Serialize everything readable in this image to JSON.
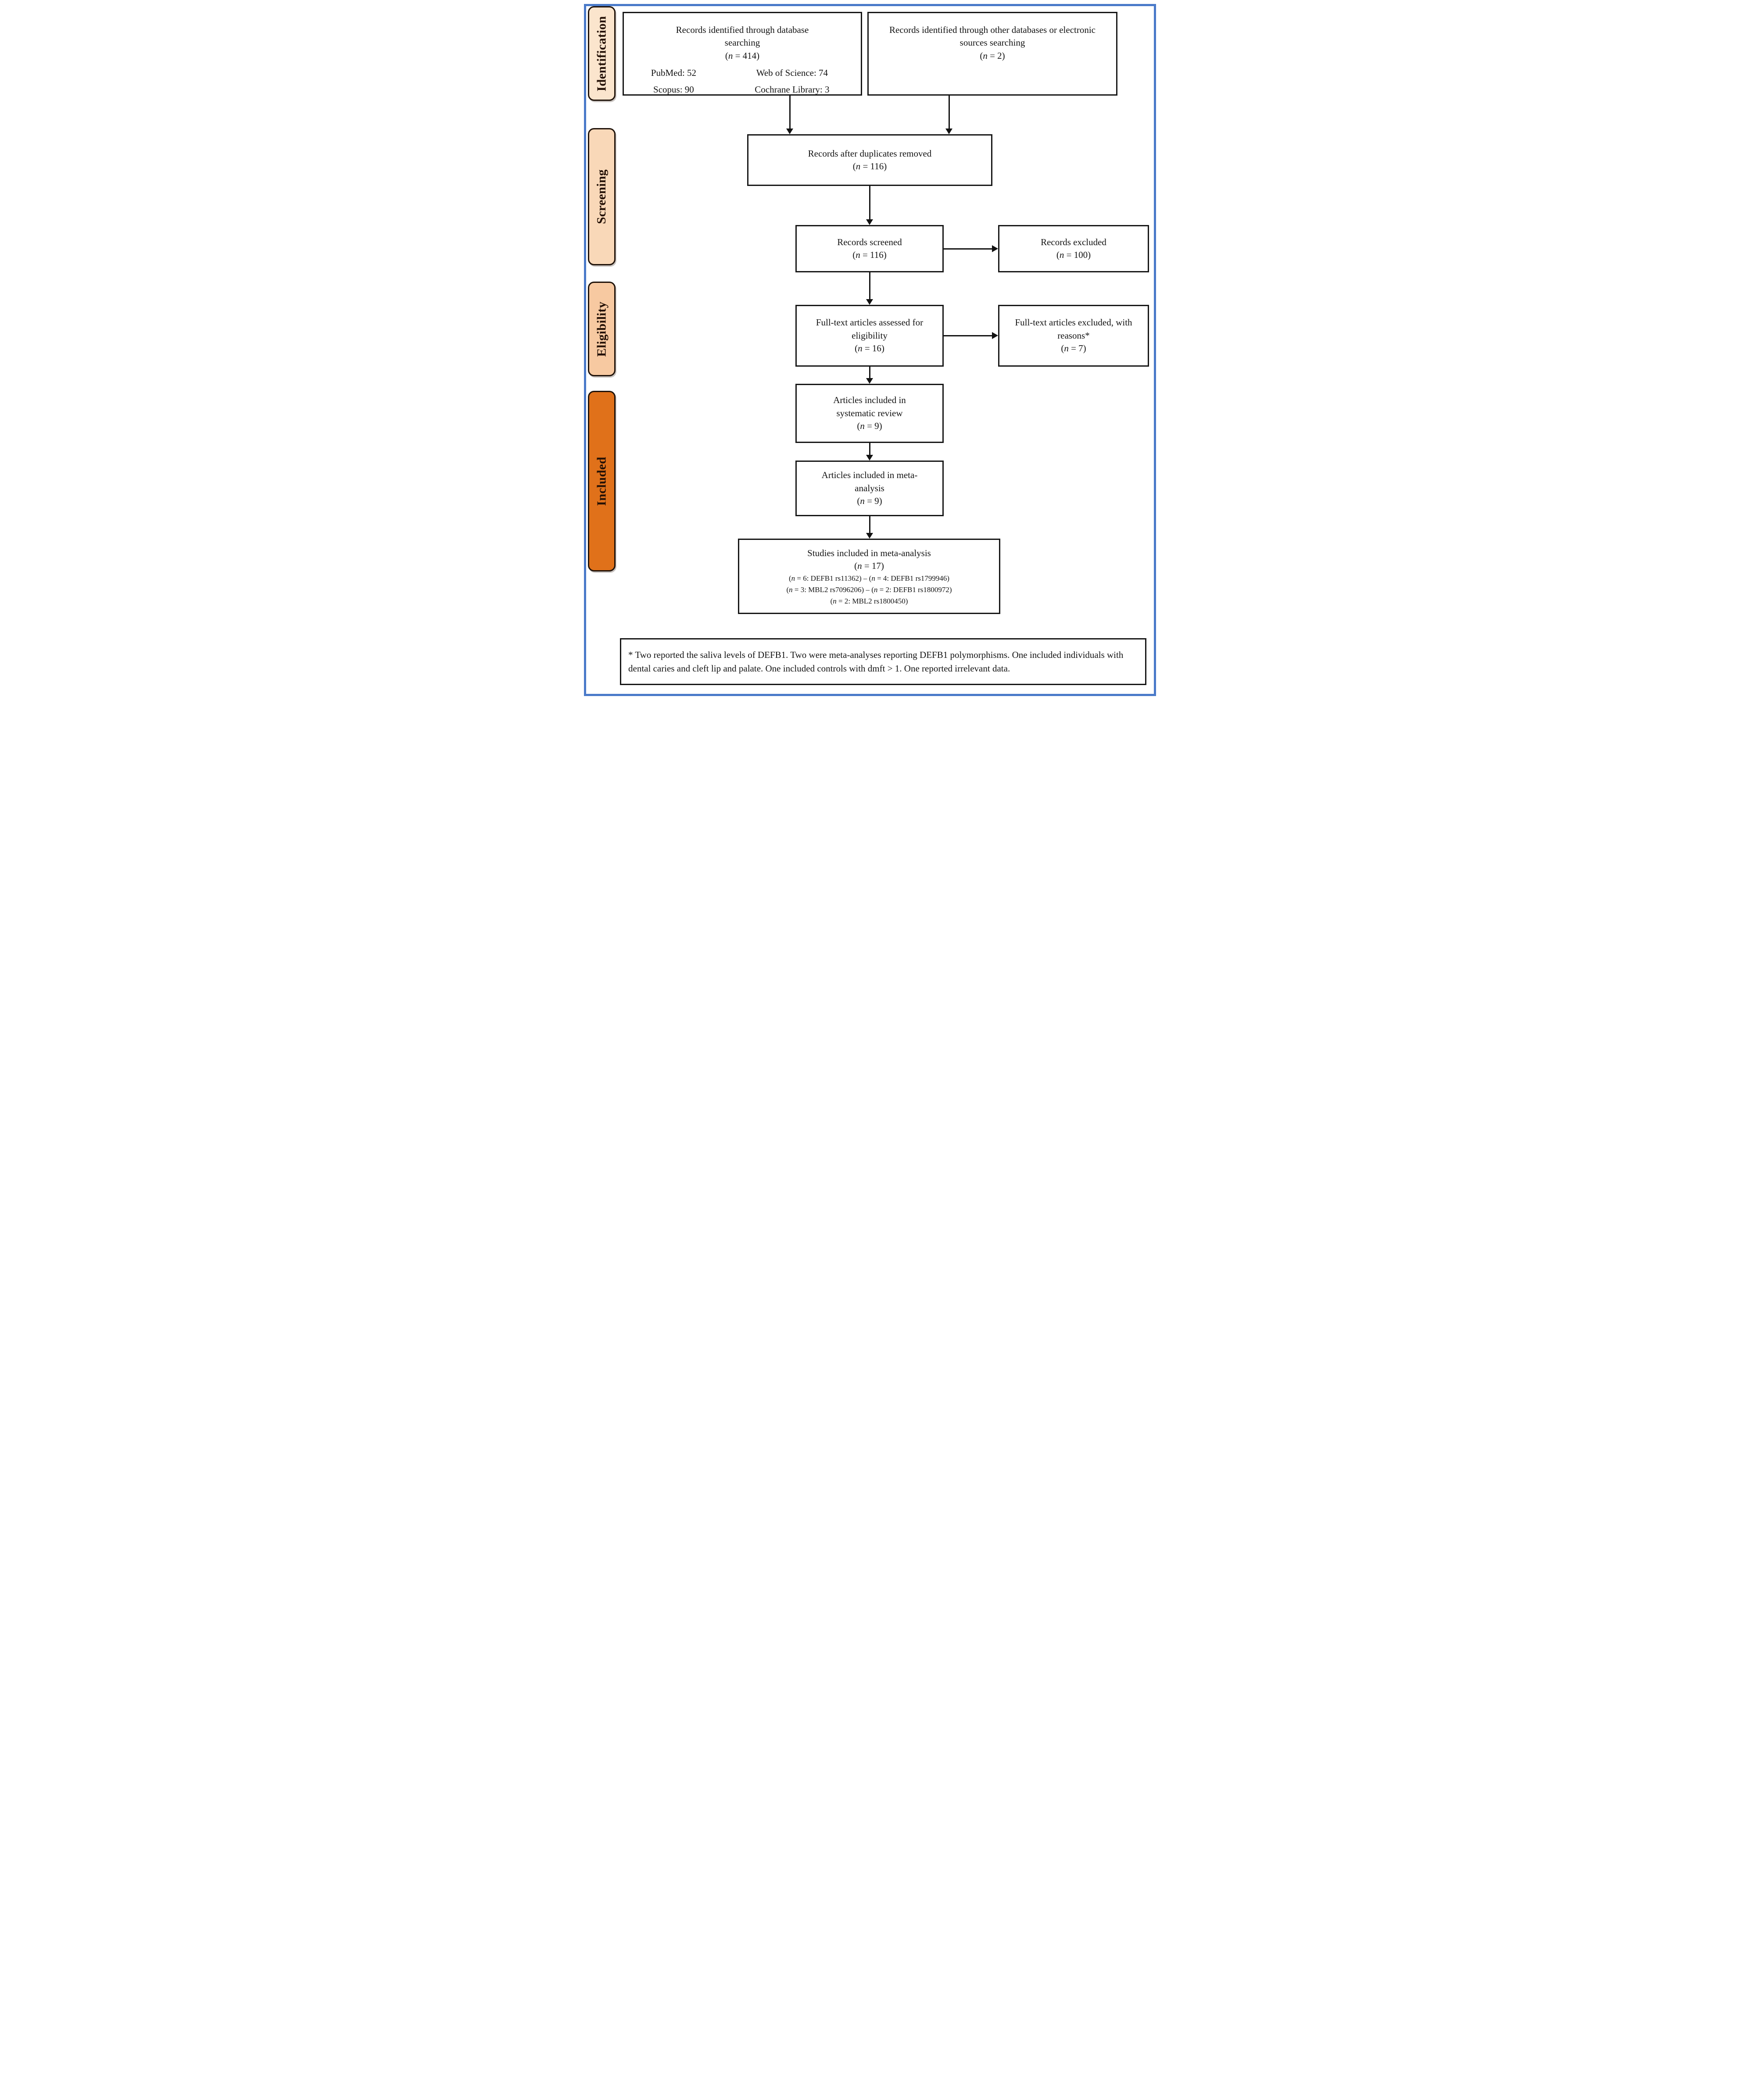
{
  "diagram": {
    "frame_color": "#4a7ac9",
    "stages": [
      {
        "label": "Identification",
        "bg": "#fbe5cd"
      },
      {
        "label": "Screening",
        "bg": "#f9d8b8"
      },
      {
        "label": "Eligibility",
        "bg": "#f7c9a1"
      },
      {
        "label": "Included",
        "bg": "#e0711a"
      }
    ]
  },
  "boxes": {
    "identified_db": {
      "title": "Records identified through database searching",
      "count": "(n = 414)",
      "sources": [
        [
          "PubMed: 52",
          "Web of Science: 74"
        ],
        [
          "Scopus: 90",
          "Cochrane Library: 3"
        ]
      ]
    },
    "identified_other": {
      "title": "Records identified through other databases or electronic sources searching",
      "count": "(n = 2)"
    },
    "duplicates_removed": {
      "title": "Records after duplicates removed",
      "count": "(n = 116)"
    },
    "screened": {
      "title": "Records screened",
      "count": "(n = 116)"
    },
    "records_excluded": {
      "title": "Records excluded",
      "count": "(n = 100)"
    },
    "fulltext_assessed": {
      "title": "Full-text articles assessed for eligibility",
      "count": "(n = 16)"
    },
    "fulltext_excluded": {
      "title": "Full-text articles excluded, with reasons*",
      "count": "(n = 7)"
    },
    "systematic_review": {
      "title": "Articles included in systematic review",
      "count": "(n = 9)"
    },
    "meta_analysis": {
      "title": "Articles included in meta-analysis",
      "count": "(n = 9)"
    },
    "studies_meta": {
      "title": "Studies included in meta-analysis",
      "count": "(n = 17)",
      "detail_lines": [
        "(n = 6: DEFB1 rs11362) – (n = 4: DEFB1 rs1799946)",
        "(n = 3: MBL2 rs7096206) – (n = 2: DEFB1 rs1800972)",
        "(n = 2: MBL2 rs1800450)"
      ]
    },
    "footnote": {
      "text": "* Two reported the saliva levels of DEFB1. Two were meta-analyses reporting DEFB1 polymorphisms. One included individuals with dental caries and cleft lip and palate. One included controls with dmft > 1. One reported irrelevant data."
    }
  }
}
